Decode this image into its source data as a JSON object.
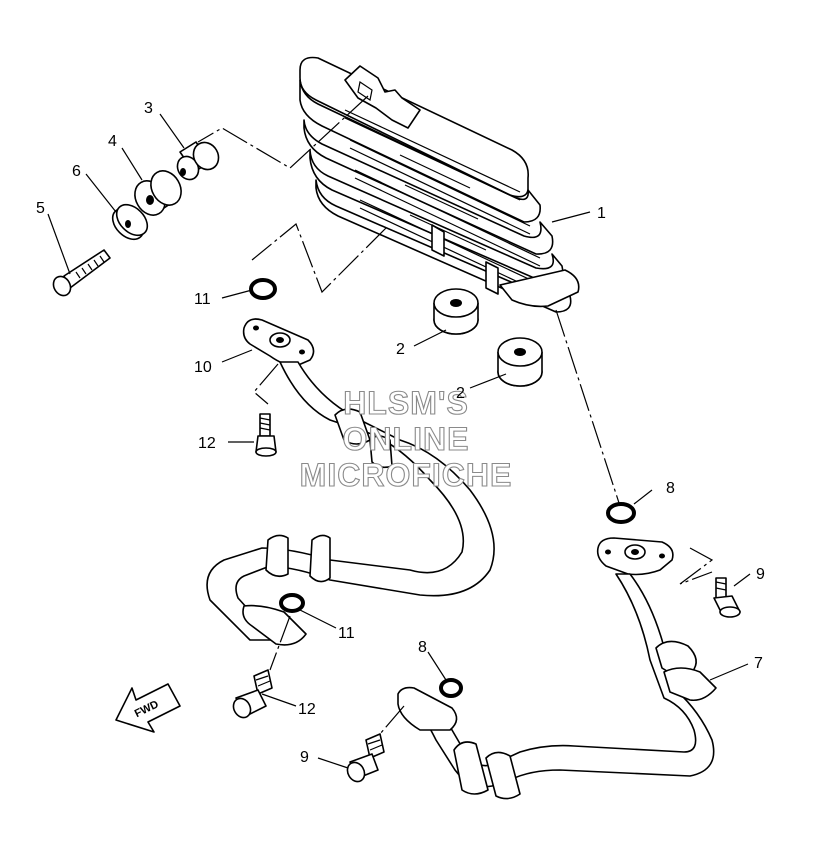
{
  "watermark": {
    "line1": "HLSM'S",
    "line2": "ONLINE",
    "line3": "MICROFICHE"
  },
  "fwd_arrow_label": "FWD",
  "callouts": [
    {
      "id": "c1",
      "label": "1"
    },
    {
      "id": "c2a",
      "label": "2"
    },
    {
      "id": "c2b",
      "label": "2"
    },
    {
      "id": "c3",
      "label": "3"
    },
    {
      "id": "c4",
      "label": "4"
    },
    {
      "id": "c5",
      "label": "5"
    },
    {
      "id": "c6",
      "label": "6"
    },
    {
      "id": "c7",
      "label": "7"
    },
    {
      "id": "c8a",
      "label": "8"
    },
    {
      "id": "c8b",
      "label": "8"
    },
    {
      "id": "c9a",
      "label": "9"
    },
    {
      "id": "c9b",
      "label": "9"
    },
    {
      "id": "c10",
      "label": "10"
    },
    {
      "id": "c11a",
      "label": "11"
    },
    {
      "id": "c11b",
      "label": "11"
    },
    {
      "id": "c12a",
      "label": "12"
    },
    {
      "id": "c12b",
      "label": "12"
    }
  ]
}
